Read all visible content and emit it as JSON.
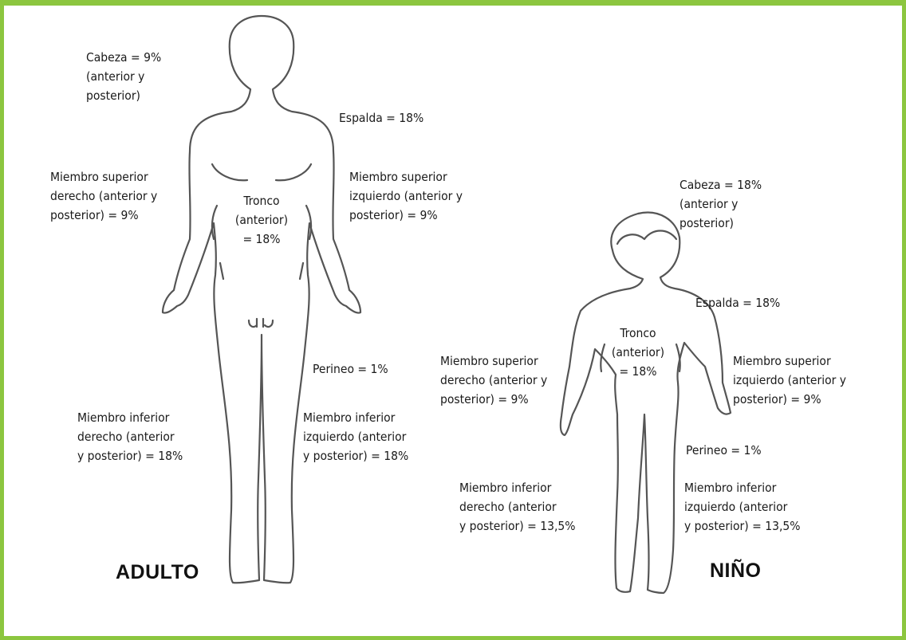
{
  "accent_color": "#8cc63f",
  "adult": {
    "title": "ADULTO",
    "head": "Cabeza = 9%\n(anterior y\nposterior)",
    "back": "Espalda = 18%",
    "right_arm": "Miembro superior\nderecho (anterior y\nposterior) = 9%",
    "trunk": "Tronco\n(anterior)\n= 18%",
    "left_arm": "Miembro superior\nizquierdo (anterior y\nposterior) = 9%",
    "perineum": "Perineo = 1%",
    "right_leg": "Miembro inferior\nderecho (anterior\ny posterior) = 18%",
    "left_leg": "Miembro inferior\nizquierdo (anterior\ny posterior) = 18%"
  },
  "child": {
    "title": "NIÑO",
    "head": "Cabeza = 18%\n(anterior y\nposterior)",
    "back": "Espalda = 18%",
    "trunk": "Tronco\n(anterior)\n= 18%",
    "right_arm": "Miembro superior\nderecho (anterior y\nposterior) = 9%",
    "left_arm": "Miembro superior\nizquierdo (anterior y\nposterior) = 9%",
    "perineum": "Perineo = 1%",
    "right_leg": "Miembro inferior\nderecho (anterior\ny posterior) = 13,5%",
    "left_leg": "Miembro inferior\nizquierdo (anterior\ny posterior) = 13,5%"
  }
}
